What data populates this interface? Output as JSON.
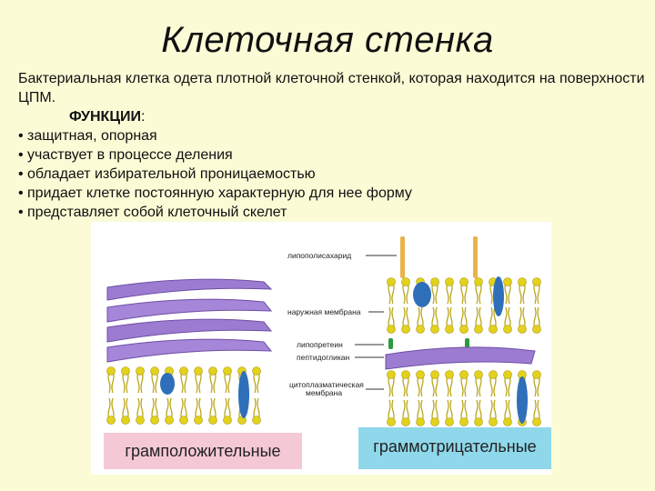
{
  "slide": {
    "title": "Клеточная стенка",
    "intro": "Бактериальная клетка одета плотной клеточной стенкой, которая находится на поверхности ЦПМ.",
    "functions_heading": "ФУНКЦИИ",
    "functions_heading_colon": ":",
    "functions": [
      "защитная, опорная",
      "участвует в процессе деления",
      "обладает избирательной проницаемостью",
      "придает клетке постоянную характерную для нее форму",
      "представляет собой клеточный скелет"
    ],
    "bullet": "•"
  },
  "figure": {
    "labels": {
      "lps": "липополисахарид",
      "outer_membrane": "наружная мембрана",
      "lipoprotein": "липопретеин",
      "peptidoglycan": "пептидогликан",
      "cytoplasmic_membrane_line1": "цитоплазматическая",
      "cytoplasmic_membrane_line2": "мембрана"
    },
    "gram_positive_label": "грамположительные",
    "gram_negative_label": "граммотрицательные",
    "colors": {
      "gram_positive_box": "#f5c8d6",
      "gram_negative_box": "#8fd7ea",
      "peptidoglycan": "#9c7cd0",
      "lipid_head": "#e3d21b",
      "lipid_tail": "#b7a20d",
      "protein": "#2f6fba",
      "lps_stalk": "#e9b34a",
      "lipoprotein": "#2c9a3e"
    }
  }
}
